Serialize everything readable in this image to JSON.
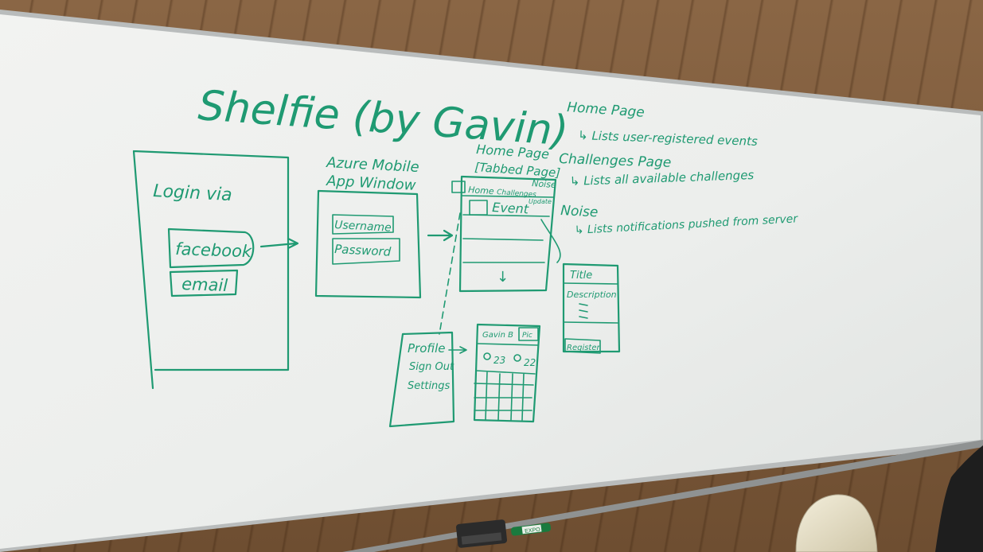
{
  "whiteboard": {
    "title": "Shelfie (by Gavin)",
    "login_screen": {
      "heading": "Login via",
      "facebook_button": "facebook",
      "email_button": "email"
    },
    "azure_window": {
      "caption_line1": "Azure Mobile",
      "caption_line2": "App Window",
      "username_field": "Username",
      "password_field": "Password"
    },
    "home_page_sketch": {
      "caption_line1": "Home Page",
      "caption_line2": "[Tabbed Page]",
      "tabs": [
        "Home",
        "Challenges",
        "Noise"
      ],
      "event_row": "Event",
      "event_badge": "Update",
      "scroll_arrow": "↓"
    },
    "event_detail": {
      "title": "Title",
      "description": "Description",
      "register_button": "Register"
    },
    "menu_sketch": {
      "items": [
        "Profile",
        "Sign Out",
        "Settings"
      ]
    },
    "profile_sketch": {
      "name": "Gavin B",
      "badge": "Pic",
      "stat1": "23",
      "stat2": "22"
    },
    "notes": [
      {
        "heading": "Home Page",
        "detail": "↳ Lists user-registered events"
      },
      {
        "heading": "Challenges Page",
        "detail": "↳ Lists all available challenges"
      },
      {
        "heading": "Noise",
        "detail": "↳ Lists notifications pushed from server"
      }
    ],
    "marker_label": "EXPO"
  },
  "colors": {
    "ink": "#1f9a72",
    "board": "#eef0ee",
    "wall": "#7a5a3c"
  }
}
